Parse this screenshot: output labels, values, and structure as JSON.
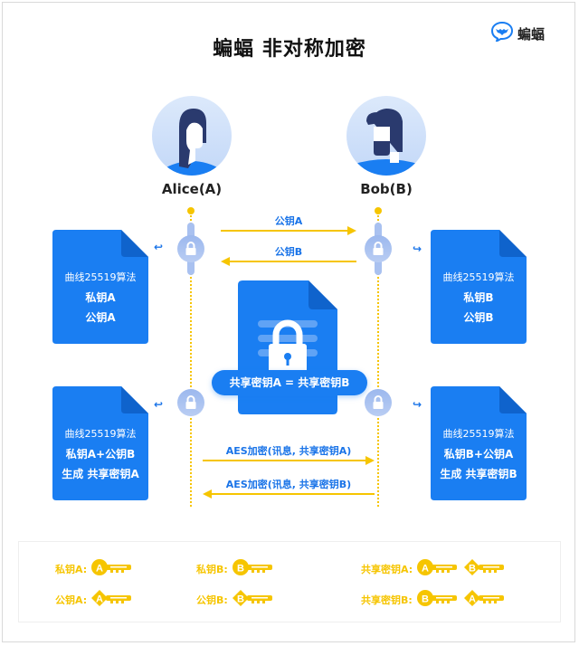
{
  "title": "蝙蝠 非对称加密",
  "brand": {
    "name": "蝙蝠",
    "icon": "bat-chat-bubble-icon"
  },
  "colors": {
    "accent_blue": "#1a7ef2",
    "key_yellow": "#f6c500",
    "lock_blue": "#a9c1f0"
  },
  "parties": {
    "alice": {
      "name": "Alice(A)"
    },
    "bob": {
      "name": "Bob(B)"
    }
  },
  "exchange": {
    "to_bob": "公钥A",
    "to_alice": "公钥B"
  },
  "docs": {
    "alice_top": {
      "line1": "曲线25519算法",
      "line2": "私钥A",
      "line3": "公钥A"
    },
    "bob_top": {
      "line1": "曲线25519算法",
      "line2": "私钥B",
      "line3": "公钥B"
    },
    "alice_bottom": {
      "line1": "曲线25519算法",
      "line2": "私钥A+公钥B",
      "line3": "生成 共享密钥A"
    },
    "bob_bottom": {
      "line1": "曲线25519算法",
      "line2": "私钥B+公钥A",
      "line3": "生成 共享密钥B"
    }
  },
  "shared_equation": "共享密钥A = 共享密钥B",
  "messages": {
    "to_bob": "AES加密(讯息, 共享密钥A)",
    "to_alice": "AES加密(讯息, 共享密钥B)"
  },
  "legend": [
    {
      "label": "私钥A:",
      "keys": [
        {
          "shape": "round",
          "letter": "A"
        }
      ]
    },
    {
      "label": "私钥B:",
      "keys": [
        {
          "shape": "round",
          "letter": "B"
        }
      ]
    },
    {
      "label": "共享密钥A:",
      "keys": [
        {
          "shape": "round",
          "letter": "A"
        },
        {
          "shape": "diamond",
          "letter": "B"
        }
      ]
    },
    {
      "label": "公钥A:",
      "keys": [
        {
          "shape": "diamond",
          "letter": "A"
        }
      ]
    },
    {
      "label": "公钥B:",
      "keys": [
        {
          "shape": "diamond",
          "letter": "B"
        }
      ]
    },
    {
      "label": "共享密钥B:",
      "keys": [
        {
          "shape": "round",
          "letter": "B"
        },
        {
          "shape": "diamond",
          "letter": "A"
        }
      ]
    }
  ]
}
